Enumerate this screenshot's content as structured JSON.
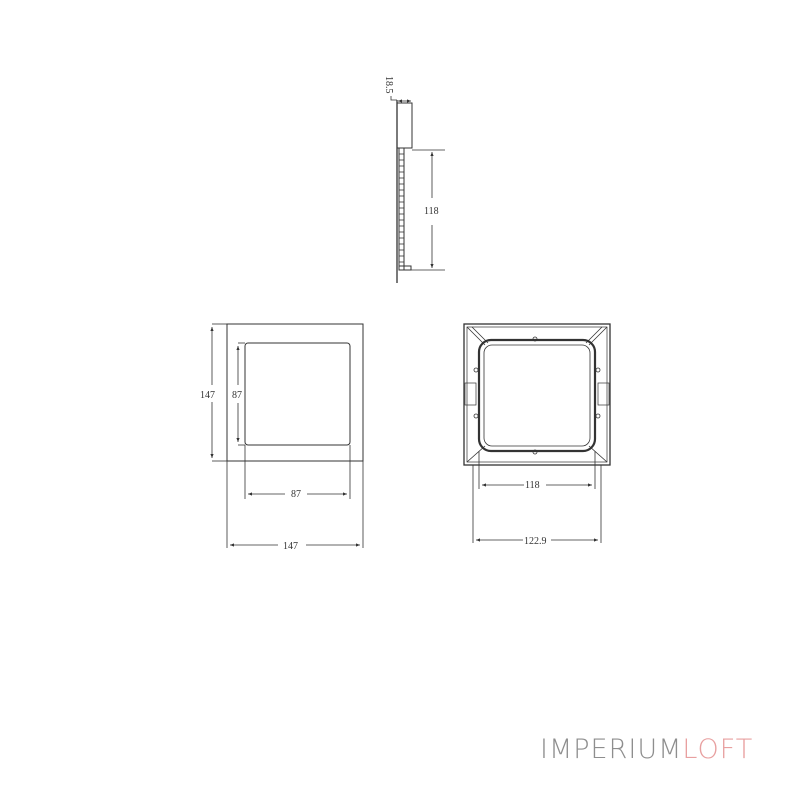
{
  "side_view": {
    "depth_dim": "18.5",
    "height_dim": "118"
  },
  "front_view": {
    "outer_height_dim": "147",
    "inner_height_dim": "87",
    "inner_width_dim": "87",
    "outer_width_dim": "147"
  },
  "back_view": {
    "inner_width_dim": "118",
    "outer_width_dim": "122.9"
  },
  "brand": {
    "part1": "IMPERIUM",
    "part2": "LOFT",
    "color1": "#8e8e8e",
    "color2": "#e8a0a0"
  }
}
